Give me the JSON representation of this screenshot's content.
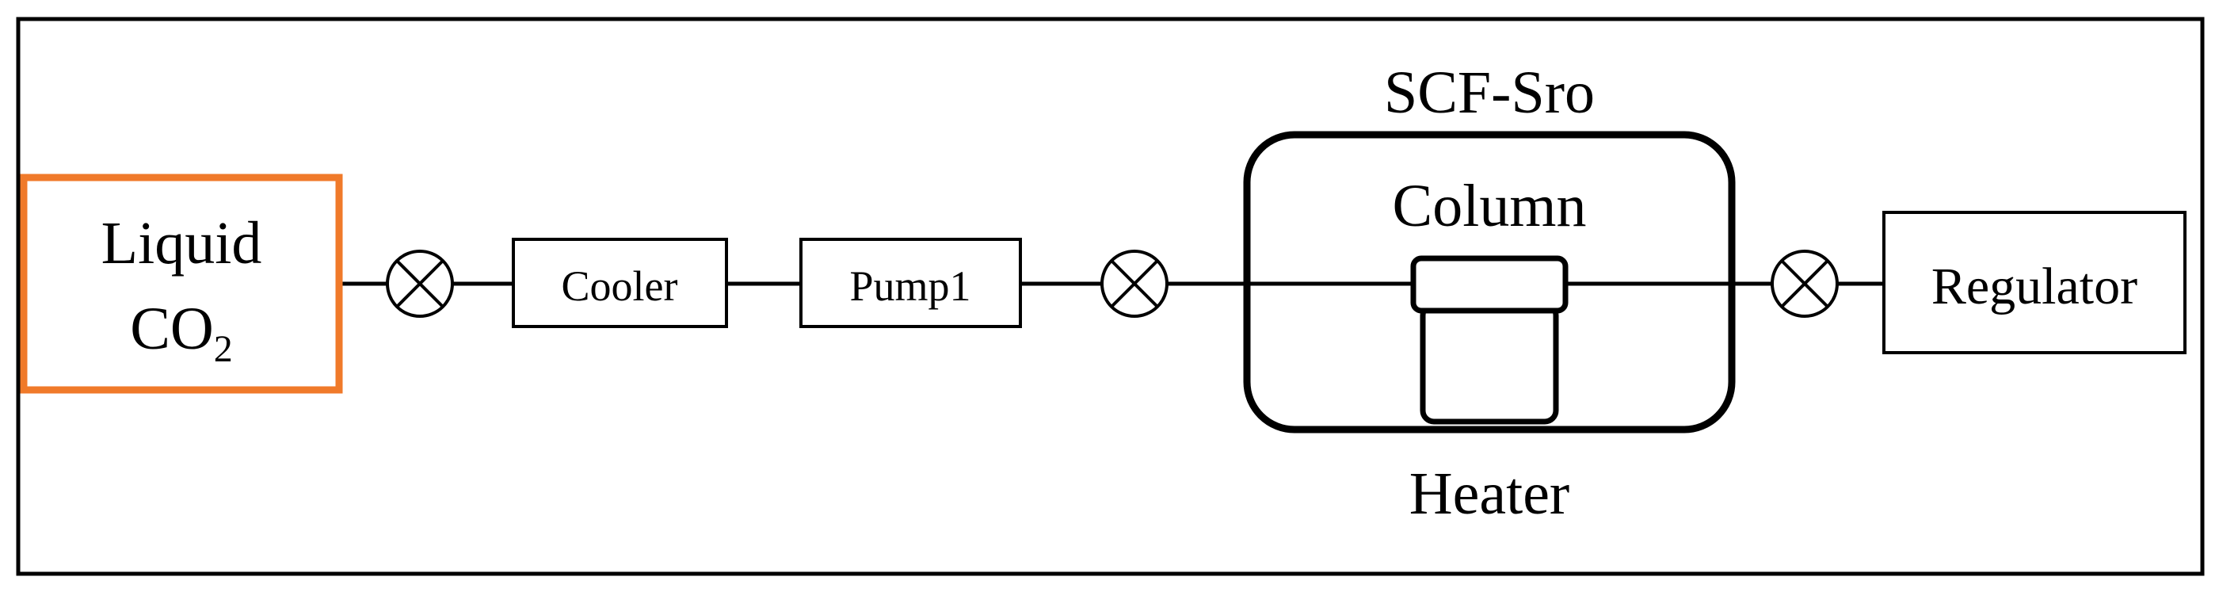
{
  "diagram": {
    "source": {
      "line1": "Liquid",
      "line2_main": "CO",
      "line2_sub": "2",
      "border_color": "#f07a2a"
    },
    "components": {
      "cooler": "Cooler",
      "pump": "Pump1",
      "regulator": "Regulator"
    },
    "oven": {
      "title": "SCF-Sro",
      "column_label": "Column",
      "heater_label": "Heater"
    },
    "valve_count": 3,
    "colors": {
      "line": "#000000",
      "frame": "#000000",
      "background": "#ffffff"
    }
  }
}
